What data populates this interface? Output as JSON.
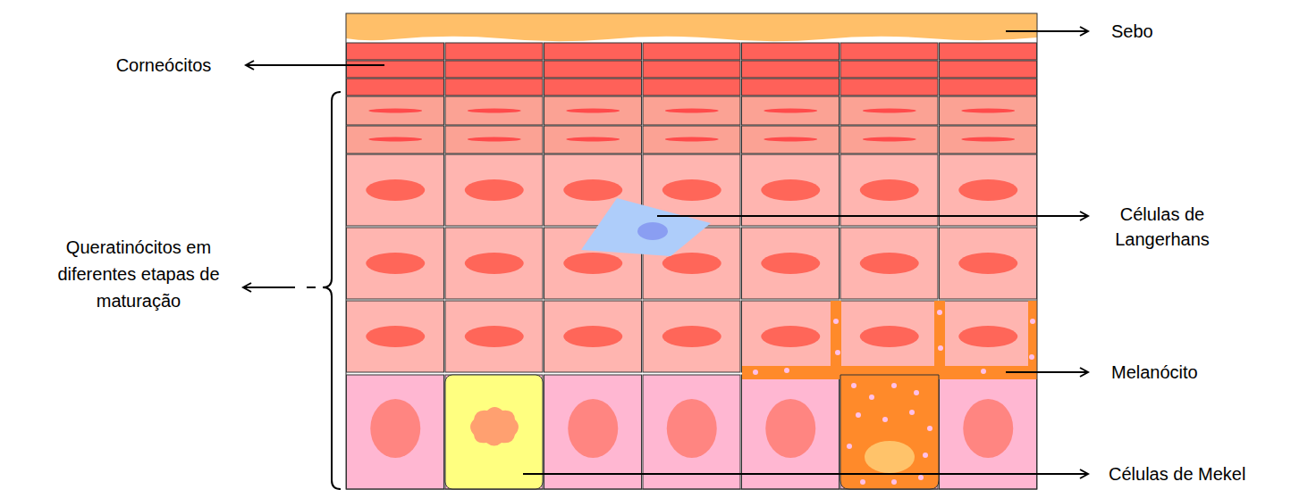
{
  "diagram": {
    "labels": [
      "Sebo",
      "Corneócitos",
      "Células de Langerhans",
      "Queratinócitos em diferentes etapas de maturação",
      "Melanócito",
      "Células de Mekel"
    ]
  }
}
